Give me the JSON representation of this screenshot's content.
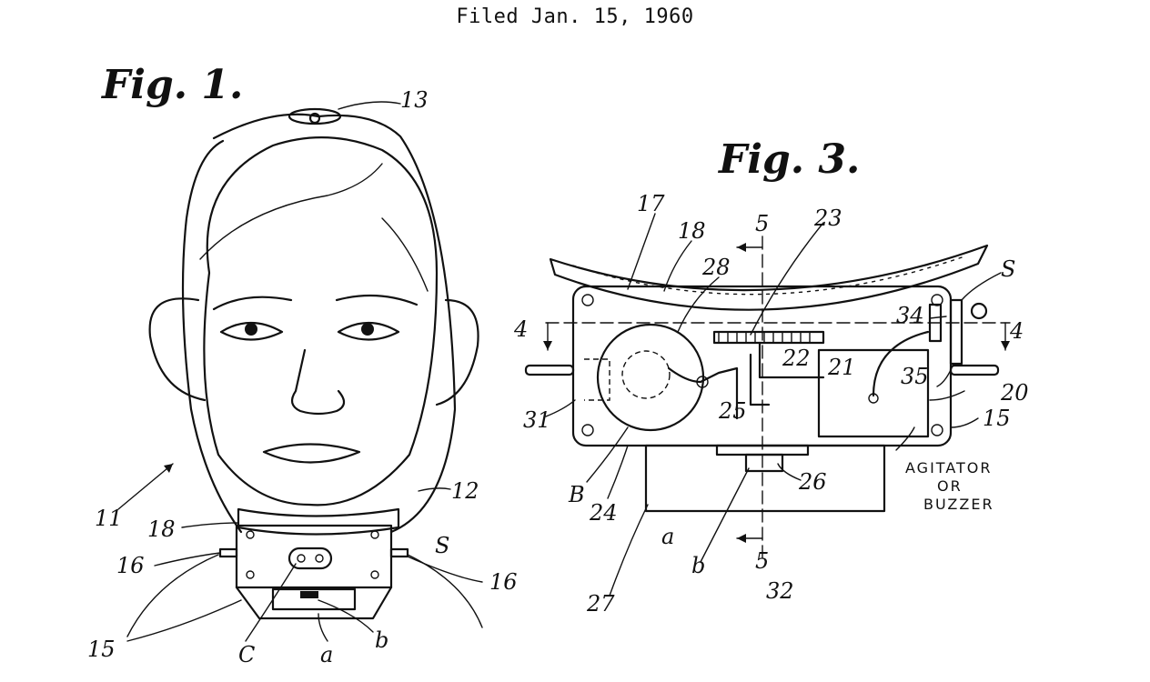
{
  "header": {
    "filed": "Filed Jan. 15, 1960"
  },
  "figures": {
    "fig1": {
      "title": "Fig. 1.",
      "labels": {
        "l13": "13",
        "l11": "11",
        "l12": "12",
        "l18": "18",
        "l16a": "16",
        "l16b": "16",
        "lS": "S",
        "l15": "15",
        "lC": "C",
        "la": "a",
        "lb": "b"
      }
    },
    "fig3": {
      "title": "Fig. 3.",
      "labels": {
        "l17": "17",
        "l18": "18",
        "l5a": "5",
        "l5b": "5",
        "l23": "23",
        "l28": "28",
        "lS": "S",
        "l4a": "4",
        "l4b": "4",
        "l34": "34",
        "l22": "22",
        "l21": "21",
        "l35": "35",
        "l20": "20",
        "l15": "15",
        "l31": "31",
        "l25": "25",
        "l26": "26",
        "lB": "B",
        "l24": "24",
        "la": "a",
        "lb": "b",
        "l27": "27",
        "l32": "32"
      },
      "caption": {
        "line1": "AGITATOR",
        "line2": "OR",
        "line3": "BUZZER"
      }
    }
  }
}
